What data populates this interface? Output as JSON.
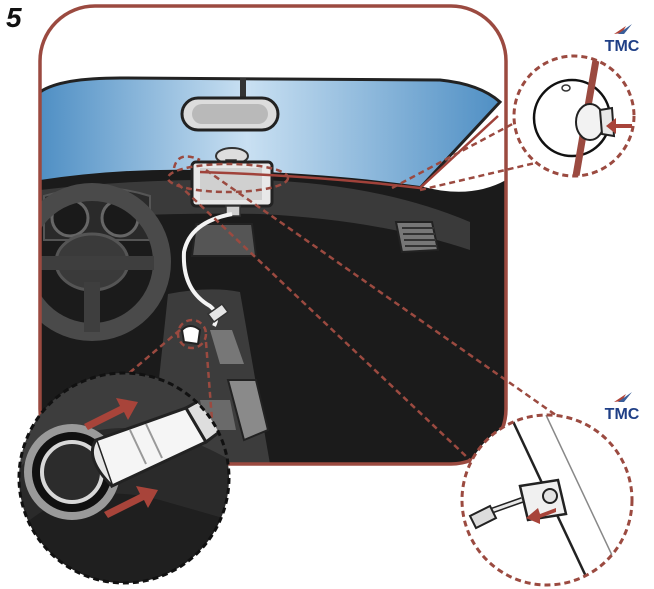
{
  "step_number": "5",
  "logos": {
    "top_right": "TMC",
    "bottom_right": "TMC"
  },
  "colors": {
    "frame": "#9b4a40",
    "windshield": "#5f9fd0",
    "dashboard": "#151515",
    "callout_dash": "#9b4a40",
    "arrow": "#a8443a"
  },
  "icons": {
    "tmc_logo": "tmc-logo-icon",
    "gps_device": "gps-device-icon",
    "suction_mount": "suction-mount-icon",
    "power_plug": "car-charger-plug-icon",
    "tmc_antenna": "tmc-antenna-clip-icon"
  }
}
